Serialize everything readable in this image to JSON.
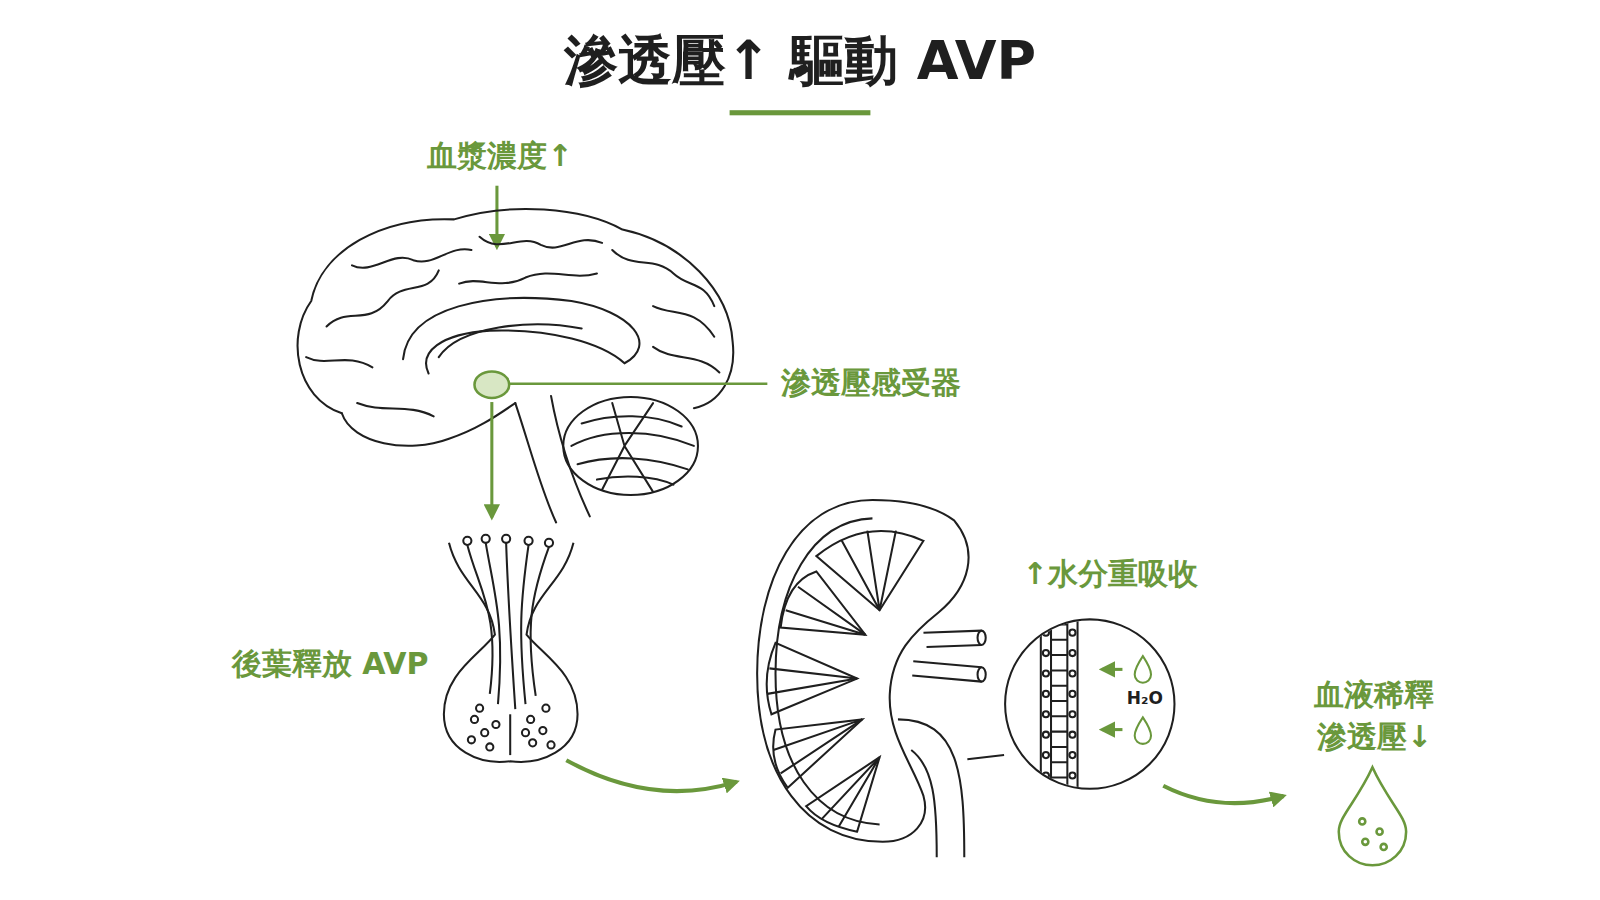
{
  "diagram": {
    "title": "滲透壓↑ 驅動 AVP",
    "labels": [
      "血漿濃度↑",
      "滲透壓感受器",
      "後葉釋放 AVP",
      "↑水分重吸收",
      "H₂O",
      "血液稀釋 滲透壓↓"
    ]
  }
}
